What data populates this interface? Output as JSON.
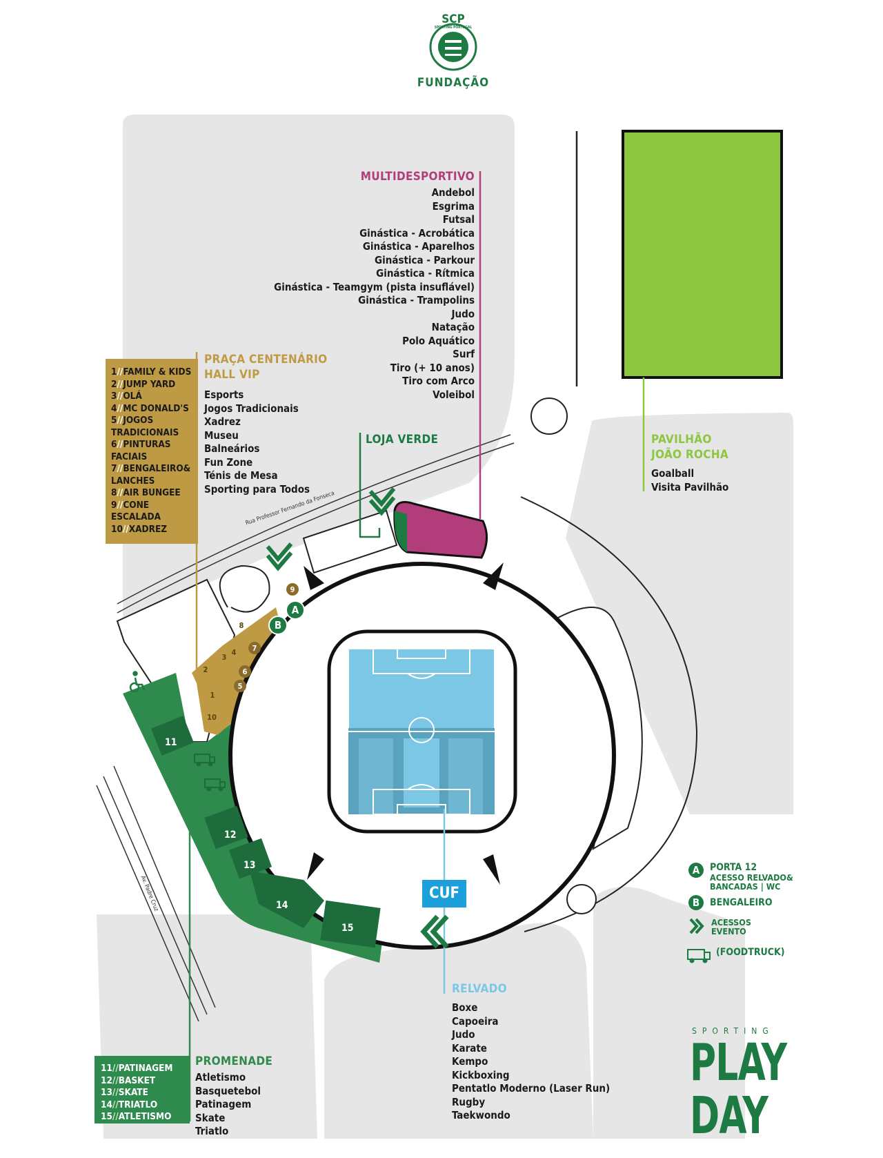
{
  "logo": {
    "brand_top": "SCP",
    "ring_text": "SPORTING PORTUGAL",
    "subtitle": "FUNDAÇÃO"
  },
  "street_label": "Rua Professor Fernando da Fonseca",
  "street_label_2": "Av. Padre Cruz",
  "multidesportivo": {
    "title": "MULTIDESPORTIVO",
    "items": [
      "Andebol",
      "Esgrima",
      "Futsal",
      "Ginástica - Acrobática",
      "Ginástica - Aparelhos",
      "Ginástica - Parkour",
      "Ginástica - Rítmica",
      "Ginástica - Teamgym (pista insuflável)",
      "Ginástica - Trampolins",
      "Judo",
      "Natação",
      "Polo Aquático",
      "Surf",
      "Tiro (+ 10 anos)",
      "Tiro com Arco",
      "Voleibol"
    ]
  },
  "praca": {
    "title_line1": "PRAÇA CENTENÁRIO",
    "title_line2": "HALL VIP",
    "items": [
      "Esports",
      "Jogos Tradicionais",
      "Xadrez",
      "Museu",
      "Balneários",
      "Fun Zone",
      "Ténis de Mesa",
      "Sporting para Todos"
    ]
  },
  "numbered_box": {
    "lines": [
      {
        "num": "1",
        "sep": "//",
        "text": "FAMILY & KIDS"
      },
      {
        "num": "2",
        "sep": "//",
        "text": "JUMP YARD"
      },
      {
        "num": "3",
        "sep": "//",
        "text": "OLÁ"
      },
      {
        "num": "4",
        "sep": "//",
        "text": "MC DONALD'S"
      },
      {
        "num": "5",
        "sep": "//",
        "text": "JOGOS"
      },
      {
        "num": "",
        "sep": "",
        "text": "TRADICIONAIS"
      },
      {
        "num": "6",
        "sep": "//",
        "text": "PINTURAS"
      },
      {
        "num": "",
        "sep": "",
        "text": "FACIAIS"
      },
      {
        "num": "7",
        "sep": "//",
        "text": "BENGALEIRO&"
      },
      {
        "num": "",
        "sep": "",
        "text": "LANCHES"
      },
      {
        "num": "8",
        "sep": "//",
        "text": "AIR BUNGEE"
      },
      {
        "num": "9",
        "sep": "//",
        "text": "CONE"
      },
      {
        "num": "",
        "sep": "",
        "text": "ESCALADA"
      },
      {
        "num": "10",
        "sep": "//",
        "text": "XADREZ"
      }
    ]
  },
  "loja_verde": {
    "title": "LOJA VERDE"
  },
  "pavilhao": {
    "title_line1": "PAVILHÃO",
    "title_line2": "JOÃO ROCHA",
    "items": [
      "Goalball",
      "Visita Pavilhão"
    ]
  },
  "relvado": {
    "title": "RELVADO",
    "items": [
      "Boxe",
      "Capoeira",
      "Judo",
      "Karate",
      "Kempo",
      "Kickboxing",
      "Pentatlo Moderno (Laser Run)",
      "Rugby",
      "Taekwondo"
    ]
  },
  "promenade": {
    "title": "PROMENADE",
    "items": [
      "Atletismo",
      "Basquetebol",
      "Patinagem",
      "Skate",
      "Triatlo"
    ],
    "box_lines": [
      {
        "num": "11",
        "sep": "//",
        "text": "PATINAGEM"
      },
      {
        "num": "12",
        "sep": "//",
        "text": "BASKET"
      },
      {
        "num": "13",
        "sep": "//",
        "text": "SKATE"
      },
      {
        "num": "14",
        "sep": "//",
        "text": "TRIATLO"
      },
      {
        "num": "15",
        "sep": "//",
        "text": "ATLETISMO"
      }
    ]
  },
  "cuf_label": "CUF",
  "map_markers": {
    "gate_a": "A",
    "gate_b": "B",
    "zone_numbers": [
      "1",
      "2",
      "3",
      "4",
      "5",
      "6",
      "7",
      "8",
      "9",
      "10"
    ],
    "promenade_zones": [
      "11",
      "12",
      "13",
      "14",
      "15"
    ]
  },
  "legend": {
    "a_badge": "A",
    "a_line1": "PORTA 12",
    "a_line2": "ACESSO RELVADO&",
    "a_line3": "BANCADAS | WC",
    "b_badge": "B",
    "b_label": "BENGALEIRO",
    "access_line1": "ACESSOS",
    "access_line2": "EVENTO",
    "foodtruck": "(FOODTRUCK)"
  },
  "brand": {
    "top": "SPORTING",
    "line1": "PLAY",
    "line2": "DAY"
  },
  "colors": {
    "green_dark": "#1d7a42",
    "promenade_green": "#2f8a4e",
    "zone_green": "#1e6b3c",
    "gold": "#bf9a45",
    "magenta": "#b13d7a",
    "light_green": "#8dc63f",
    "light_blue": "#7cc6e6",
    "cuf_blue": "#1ba0dc",
    "grey_area": "#e6e6e6"
  }
}
